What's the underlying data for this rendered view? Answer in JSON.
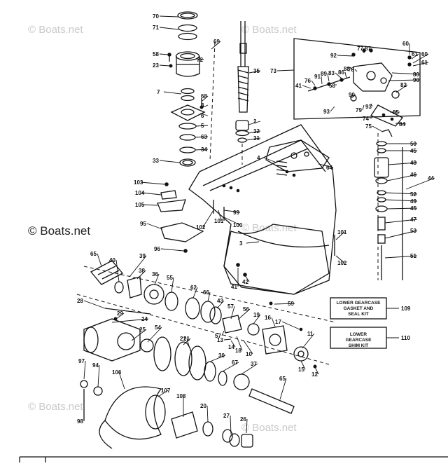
{
  "watermarks": {
    "faint": "© Boats.net",
    "dark": "© Boats.net"
  },
  "callouts": [
    "70",
    "71",
    "58",
    "23",
    "72",
    "69",
    "7",
    "68",
    "8",
    "6",
    "5",
    "63",
    "34",
    "33",
    "35",
    "2",
    "32",
    "31",
    "73",
    "92",
    "77",
    "87",
    "60",
    "61",
    "60",
    "61",
    "80",
    "90",
    "88",
    "82",
    "91",
    "89",
    "83",
    "86",
    "78",
    "41",
    "76",
    "90",
    "93",
    "79",
    "93",
    "85",
    "74",
    "84",
    "75",
    "58",
    "4",
    "64",
    "103",
    "104",
    "105",
    "95",
    "96",
    "102",
    "101",
    "99",
    "100",
    "3",
    "101",
    "102",
    "41",
    "42",
    "59",
    "50",
    "45",
    "48",
    "46",
    "52",
    "49",
    "45",
    "47",
    "53",
    "51",
    "44",
    "65",
    "40",
    "38",
    "36",
    "55",
    "62",
    "66",
    "43",
    "57",
    "56",
    "19",
    "16",
    "17",
    "11",
    "28",
    "29",
    "24",
    "25",
    "54",
    "21",
    "39",
    "57",
    "13",
    "18",
    "10",
    "14",
    "15",
    "12",
    "97",
    "94",
    "106",
    "107",
    "108",
    "20",
    "30",
    "67",
    "37",
    "65",
    "27",
    "26",
    "98",
    "21"
  ],
  "kits": [
    {
      "text": "LOWER GEARCASE GASKET AND SEAL KIT",
      "number": "109"
    },
    {
      "text": "LOWER GEARCASE SHIM KIT",
      "number": "110"
    }
  ]
}
